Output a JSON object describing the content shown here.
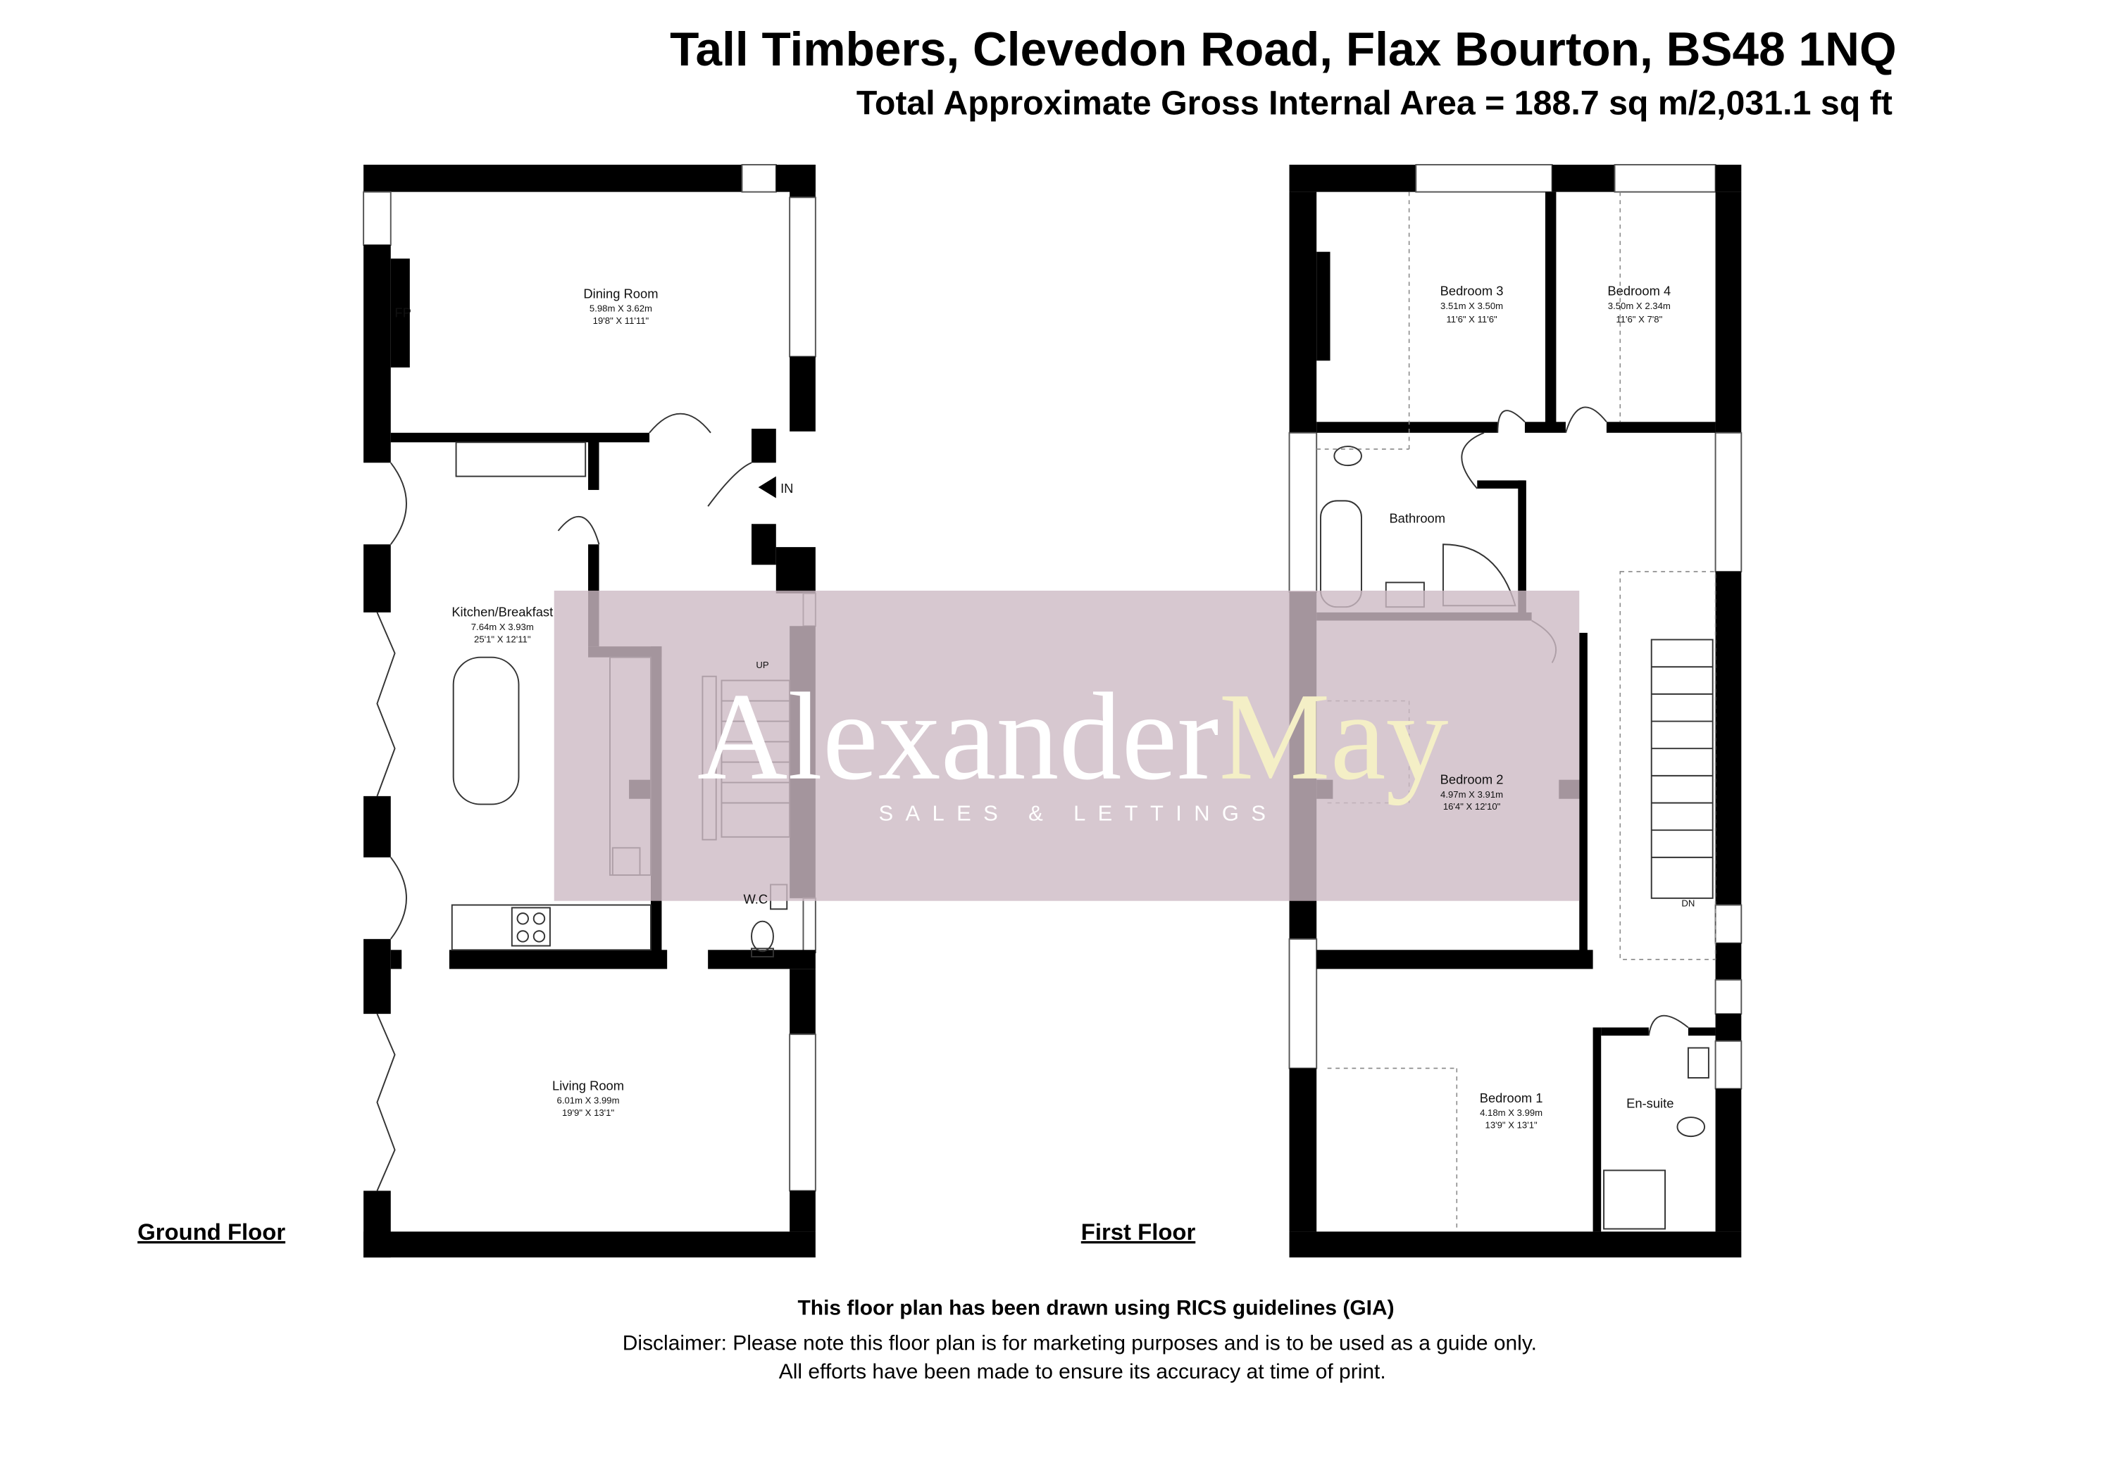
{
  "header": {
    "address": "Tall Timbers, Clevedon Road, Flax Bourton, BS48 1NQ",
    "area": "Total Approximate Gross Internal Area =  188.7 sq m/2,031.1 sq ft"
  },
  "ground_floor": {
    "label": "Ground Floor",
    "rooms": [
      {
        "name": "Dining Room",
        "metric": "5.98m X 3.62m",
        "imperial": "19'8\" X 11'11\""
      },
      {
        "name": "Kitchen/Breakfast",
        "metric": "7.64m X 3.93m",
        "imperial": "25'1\" X 12'11\""
      },
      {
        "name": "Living Room",
        "metric": "6.01m X 3.99m",
        "imperial": "19'9\" X 13'1\""
      }
    ],
    "marks": {
      "wc": "W.C",
      "fireplace": "FP",
      "entrance": "IN",
      "stairs": "UP"
    }
  },
  "first_floor": {
    "label": "First Floor",
    "rooms": [
      {
        "name": "Bedroom 3",
        "metric": "3.51m X 3.50m",
        "imperial": "11'6\" X 11'6\""
      },
      {
        "name": "Bedroom 4",
        "metric": "3.50m X 2.34m",
        "imperial": "11'6\" X 7'8\""
      },
      {
        "name": "Bathroom"
      },
      {
        "name": "Bedroom 2",
        "metric": "4.97m X 3.91m",
        "imperial": "16'4\" X 12'10\""
      },
      {
        "name": "Bedroom 1",
        "metric": "4.18m X 3.99m",
        "imperial": "13'9\" X 13'1\""
      },
      {
        "name": "En-suite"
      }
    ],
    "marks": {
      "stairs": "DN"
    }
  },
  "watermark": {
    "brand_a": "Alexander",
    "brand_b": "May",
    "tagline": "SALES & LETTINGS",
    "color_bg": "#d3c3cb",
    "color_b": "#f4efc6"
  },
  "footer": {
    "guideline": "This floor plan has been drawn using RICS guidelines (GIA)",
    "disclaimer_1": "Disclaimer: Please note this floor plan is for marketing purposes and is to be used as a guide only.",
    "disclaimer_2": "All efforts have been made to ensure its accuracy at time of print."
  }
}
